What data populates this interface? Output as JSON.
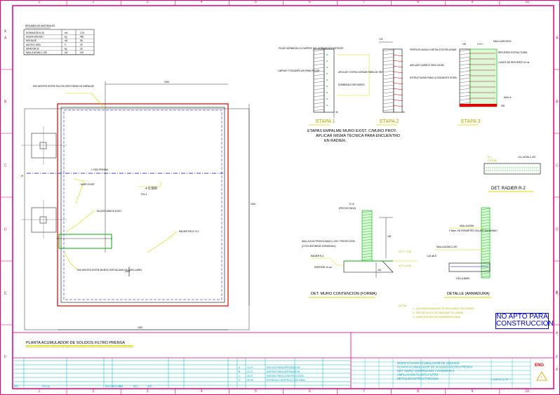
{
  "sheet": {
    "col_numbers": [
      "1",
      "2",
      "3",
      "4",
      "5",
      "6",
      "7",
      "8",
      "9",
      "10"
    ],
    "row_letters": [
      "A",
      "B",
      "C",
      "D",
      "E",
      "F"
    ],
    "colors": {
      "border": "#e0007a",
      "cyan": "#00b4c8",
      "red": "#e00000",
      "yellow": "#d8d800",
      "green": "#00b000",
      "blue": "#0000c8"
    }
  },
  "plan": {
    "title": "PLANTA ACUMULADOR DE SOLIDOS FILTRO PRENSA",
    "axis_label": "1 PISO PRENSA",
    "level_label": "+ 0.500",
    "level_sub": "T.N.1",
    "dim_top": "1000",
    "dim_bottom": "1000",
    "dim_right": "1000",
    "dim_left": "1000",
    "note_top": "ENCUENTRO ENTRE SILICES VER ETAPAS DE EMPALME",
    "note_muro": "MURO EXIST.",
    "note_radier": "RADIER PROY. R-2",
    "note_silices": "SILICES VARIOS EXIST.",
    "note_bottom": "ENCUENTRO ENTRE MUROS VER SALIDAS DE CAPILLARES"
  },
  "data_table": {
    "title": "RESUMEN DE MATERIALES",
    "rows": [
      [
        "HORMIGON H-30",
        "m3",
        "12.5"
      ],
      [
        "ACERO A63-42H",
        "kg",
        "450"
      ],
      [
        "MOLDAJE",
        "m2",
        "36"
      ],
      [
        "ADITIVO SIKA",
        "lt",
        "25"
      ],
      [
        "SIKADUR 32",
        "kg",
        "18"
      ],
      [
        "MALLA ACMA C-139",
        "m2",
        "110"
      ]
    ]
  },
  "etapas": {
    "e1_label": "ETAPA 1",
    "e2_label": "ETAPA 2",
    "e3_label": "ETAPA 3",
    "e2_dim": "175",
    "e3_dim_a": "100",
    "e3_dim_b": "2 ½ C",
    "e3_dim_c": "300",
    "dim_small": "30",
    "note_e1_a": "PICAR HORMIGON 1/3 SUPERF. DEL HORMIGON EXISTENTE",
    "note_e1_b": "LIMPIAR Y ESCARIFICAR PARA PEGAR",
    "note_e1_c": "APLICAR Y ESPOLVOREAR FIBRA DE REFUERZO",
    "note_e1_d": "SOBRESALE REFUERZO",
    "note_e2_a": "PERFILES ANGULO METALICOS RELLENAR",
    "note_e2_b": "ANCLAJE QUIMICO SIKA 12x150",
    "note_e2_c": "ESTRUCTURAR PARA LA SIGUIENTE ETAPA",
    "note_e3_a": "MALLA ARCHIVO",
    "note_e3_b": "REFUERZO ESTRUCTURAL",
    "note_e3_c": "LLAVES DE REFUERZO 10 ml",
    "note_e3_side": "MALLA",
    "caption_1": "ETAPAS EMPALME MURO EXIST. C/MURO PROY.",
    "caption_2": "APLICAR MISMA TECNICA PARA ENCUENTRO",
    "caption_3": "EN RADIER."
  },
  "det_muro": {
    "title": "DET. MURO CONTENCION (FORMA)",
    "e_label": "E 15",
    "e_sub": "(PROYECTADO)",
    "note_a": "MALLA ELECTROSOLDADA C-139 + PROTECCION",
    "note_b": "(O POLIESTIRENO EXPANDIDO)",
    "radier": "RADIER R-3",
    "espesor": "ESPESOR 10 cm",
    "h_dim": "150",
    "v_dim": "100",
    "level_a": "N.P.T. +0.30",
    "level_b": "N.P.T. ±0.00"
  },
  "det_armadura": {
    "title": "DETALLE (ARMADURA)",
    "malla_a": "MALLA ACMA",
    "malla_b": "MALLA ACMA C-257",
    "note": "F 8mm. EN PERIMETRO SOLAPE 40d MINIMO",
    "dim": "1.40 ø8.5",
    "base": "CALLA BASE"
  },
  "det_radier": {
    "title": "DET. RADIER R-2",
    "label_a": "R-2",
    "label_b": "C/ZONA",
    "note": "C/A. ACMA C-257"
  },
  "notes": {
    "title": "NOTAS:",
    "line1": "1.- LA HORMIGONADURA SE REALIZARA POR ETAPAS",
    "line2": "2.- VER DETALLES DE EMPALME EN LAMINA",
    "line3": "3.- USAR ADITIVOS DE ADHERENCIA SIKA"
  },
  "stamp": {
    "line1": "NO APTO PARA",
    "line2": "CONSTRUCCION"
  },
  "title_block": {
    "rev_rows": [
      [
        "A",
        "13.07",
        "EMITIDO PARA APROBACION"
      ],
      [
        "B",
        "21.07",
        "EMITIDO PARA APROBACION"
      ],
      [
        "C",
        "30.07",
        "EMITIDO PARA CONSTRUCCION"
      ],
      [
        "D",
        "05.08",
        "ENTREGA CONSTRUCCION FINAL"
      ]
    ],
    "footer_labels": [
      "REV",
      "FECHA",
      "DESCRIPCION",
      "DIB.",
      "REV.",
      "APR."
    ],
    "project_lines": [
      "MODIFICACION ACUMULADOR DE SOLIDOS",
      "PLANTA ACUMULADOR DE SOLIDOS FILTRO PRENSA",
      "DET. MURO CONTENCION Y RADIER R-2",
      "AMPLIACION PLANTA FILTRO",
      "DETALLES ESTRUCTURALES"
    ],
    "sheet_no": "LAMINA 8 DE 7",
    "logo_text": "ENG",
    "warn": "!"
  }
}
